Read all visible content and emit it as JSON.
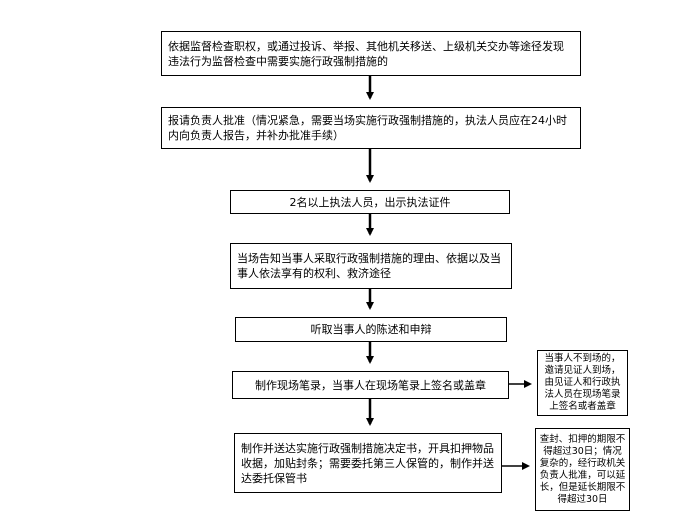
{
  "steps": [
    {
      "id": "s1",
      "text": "依据监督检查职权，或通过投诉、举报、其他机关移送、上级机关交办等途径发现违法行为监督检查中需要实施行政强制措施的"
    },
    {
      "id": "s2",
      "text": "报请负责人批准（情况紧急，需要当场实施行政强制措施的，执法人员应在24小时内向负责人报告，并补办批准手续）"
    },
    {
      "id": "s3",
      "text": "2名以上执法人员，出示执法证件"
    },
    {
      "id": "s4",
      "text": "当场告知当事人采取行政强制措施的理由、依据以及当事人依法享有的权利、救济途径"
    },
    {
      "id": "s5",
      "text": "听取当事人的陈述和申辩"
    },
    {
      "id": "s6",
      "text": "制作现场笔录，当事人在现场笔录上签名或盖章"
    },
    {
      "id": "s7",
      "text": "制作并送达实施行政强制措施决定书，开具扣押物品收据，加贴封条；需要委托第三人保管的，制作并送达委托保管书"
    }
  ],
  "notes": [
    {
      "id": "n1",
      "text": "当事人不到场的，邀请见证人到场，由见证人和行政执法人员在现场笔录上签名或者盖章"
    },
    {
      "id": "n2",
      "text": "查封、扣押的期限不得超过30日；情况复杂的，经行政机关负责人批准，可以延长，但是延长期限不得超过30日"
    }
  ]
}
